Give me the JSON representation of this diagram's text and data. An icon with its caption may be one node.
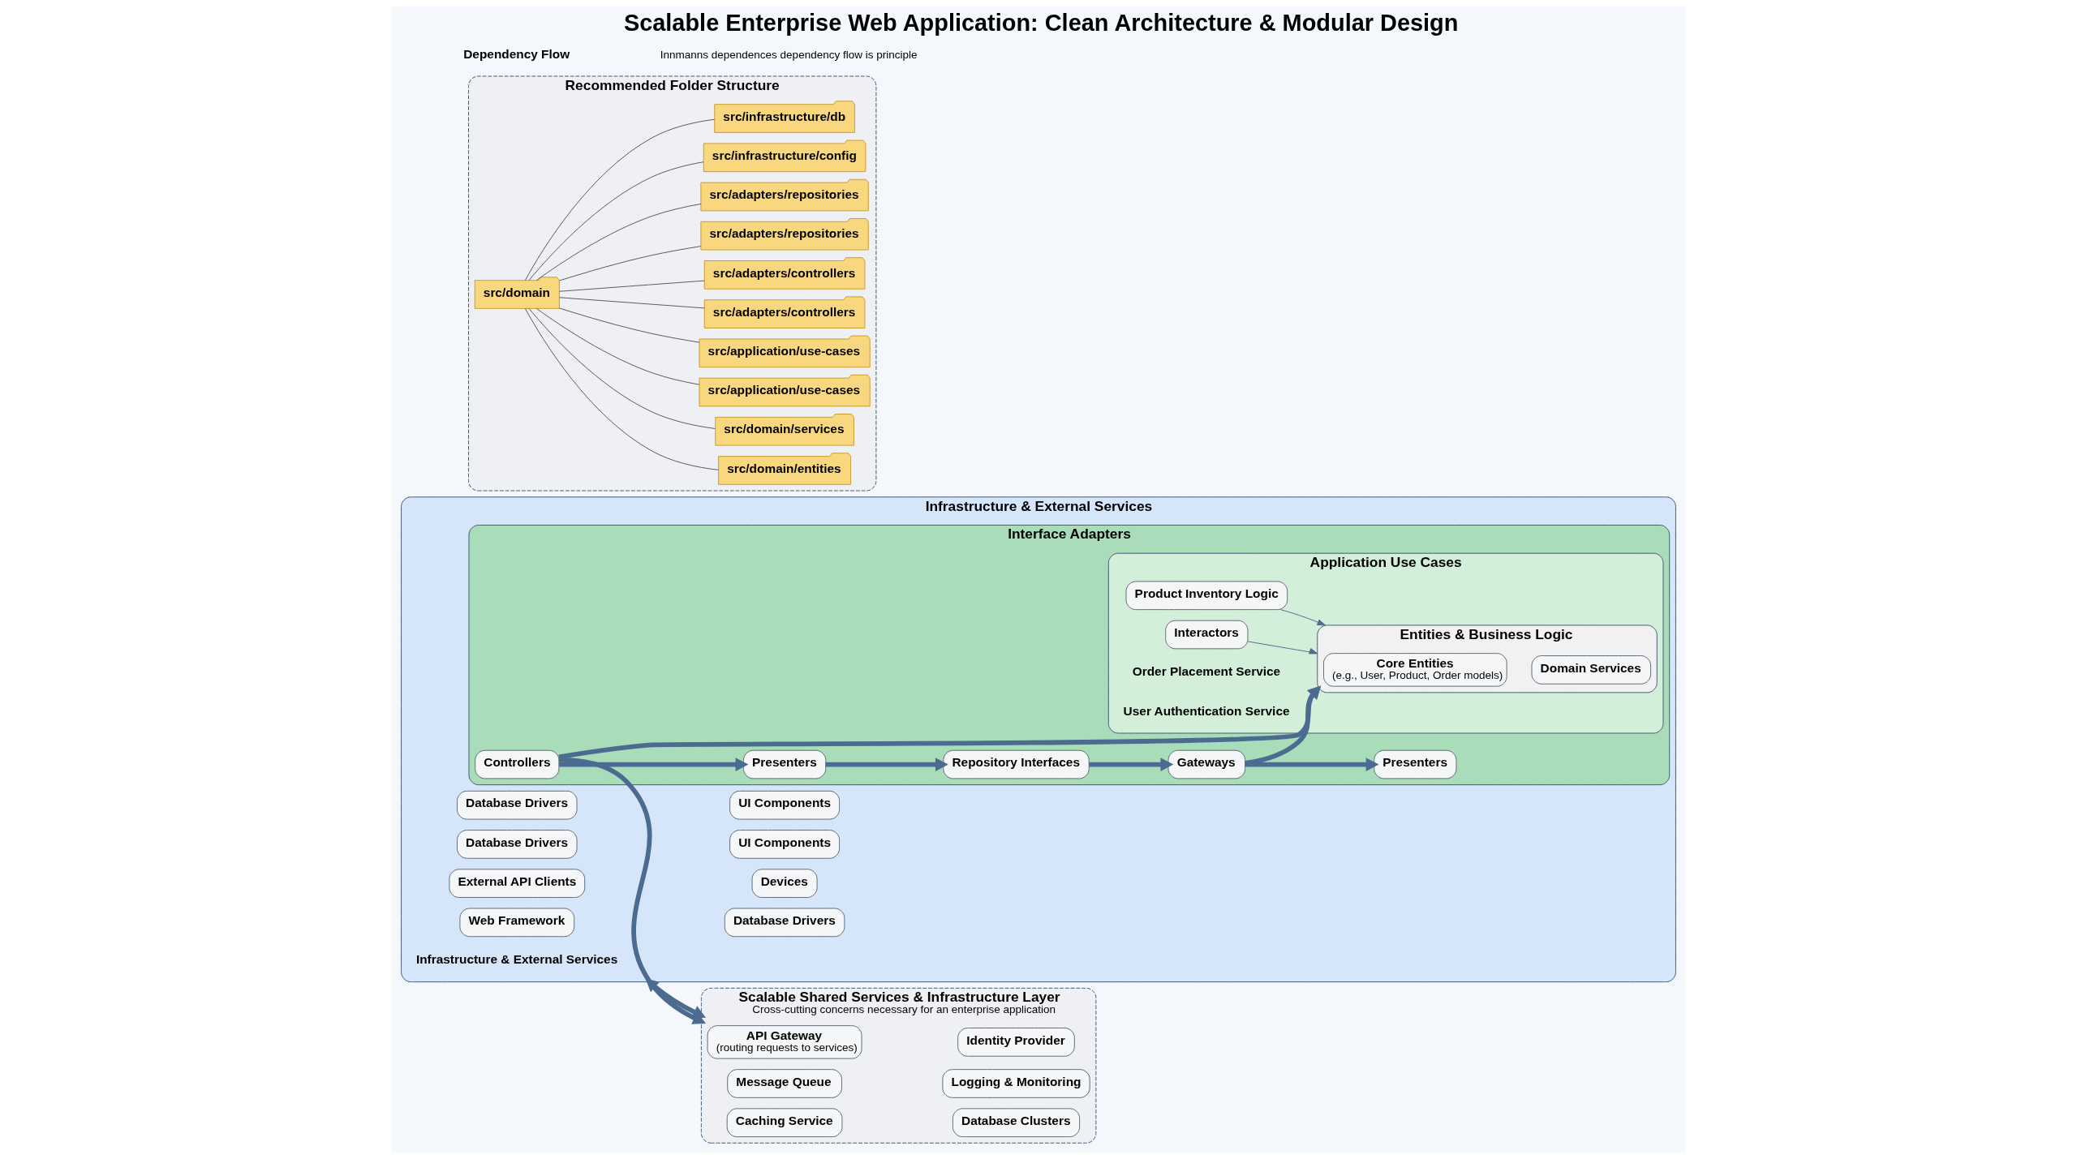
{
  "diagram": {
    "title": "Scalable Enterprise Web Application: Clean Architecture & Modular Design",
    "nodes": [
      {
        "text": [
          "Infrastructure & External Services"
        ]
      },
      {
        "text": [
          "Web Framework"
        ],
        "in": 0
      },
      {
        "text": [
          "Database Drivers"
        ],
        "in": 0
      },
      {
        "text": [
          "Database Drivers"
        ],
        "in": 0
      },
      {
        "text": [
          "External API Clients"
        ],
        "in": 0
      },
      {
        "text": [
          "Database Drivers"
        ],
        "in": 0
      },
      {
        "text": [
          "UI Components"
        ],
        "in": 0
      },
      {
        "text": [
          "UI Components"
        ],
        "in": 0
      },
      {
        "text": [
          "Devices"
        ],
        "in": 0
      },
      {
        "text": [
          "Interface Adapters"
        ],
        "in": 0
      },
      {
        "text": [
          "Presenters"
        ],
        "in": 9
      },
      {
        "text": [
          "Controllers"
        ],
        "in": 9
      },
      {
        "text": [
          "Gateways"
        ],
        "in": 9
      },
      {
        "text": [
          "Presenters"
        ],
        "in": 9
      },
      {
        "text": [
          "Repository Interfaces"
        ],
        "in": 9
      },
      {
        "text": [
          "Application Use Cases"
        ],
        "in": 9
      },
      {
        "text": [
          "Product Inventory Logic"
        ],
        "in": 15
      },
      {
        "text": [
          "Interactors"
        ],
        "in": 15
      },
      {
        "text": [
          "Entities & Business Logic"
        ],
        "in": 15
      },
      {
        "text": [
          "Core Entities",
          "(e.g., User, Product, Order models)"
        ],
        "in": 18
      },
      {
        "text": [
          "Domain Services"
        ],
        "in": 18
      },
      {
        "text": [
          "Recommended Folder Structure"
        ]
      },
      {
        "text": [
          "src/domain"
        ],
        "in": 21
      },
      {
        "text": [
          "src/domain/entities"
        ],
        "in": 21
      },
      {
        "text": [
          "src/domain/services"
        ],
        "in": 21
      },
      {
        "text": [
          "src/application/use-cases"
        ],
        "in": 21
      },
      {
        "text": [
          "src/application/use-cases"
        ],
        "in": 21
      },
      {
        "text": [
          "src/adapters/controllers"
        ],
        "in": 21
      },
      {
        "text": [
          "src/adapters/controllers"
        ],
        "in": 21
      },
      {
        "text": [
          "src/adapters/repositories"
        ],
        "in": 21
      },
      {
        "text": [
          "src/adapters/repositories"
        ],
        "in": 21
      },
      {
        "text": [
          "src/infrastructure/config"
        ],
        "in": 21
      },
      {
        "text": [
          "src/infrastructure/db"
        ],
        "in": 21
      },
      {
        "text": [
          "Scalable Shared Services & Infrastructure Layer",
          "Cross-cutting concerns necessary for an enterprise application"
        ]
      },
      {
        "text": [
          "API Gateway",
          "(routing requests to services)"
        ],
        "in": 33
      },
      {
        "text": [
          "Message Queue"
        ],
        "in": 33
      },
      {
        "text": [
          "Caching Service"
        ],
        "in": 33
      },
      {
        "text": [
          "Identity Provider"
        ],
        "in": 33
      },
      {
        "text": [
          "Logging & Monitoring"
        ],
        "in": 33
      },
      {
        "text": [
          "Database Clusters"
        ],
        "in": 33
      }
    ],
    "edges": [
      {
        "from": 12,
        "to": 10,
        "arrow": "to",
        "style": "thick"
      },
      {
        "from": 12,
        "to": 18,
        "arrow": "to",
        "style": "thick"
      },
      {
        "from": 14,
        "to": 12,
        "arrow": "to",
        "style": "thick"
      },
      {
        "from": 11,
        "to": 13,
        "arrow": "to",
        "style": "thick"
      },
      {
        "from": 11,
        "to": 18,
        "arrow": "to",
        "style": "thick"
      },
      {
        "from": 13,
        "to": 14,
        "arrow": "to",
        "style": "thick"
      },
      {
        "from": 16,
        "to": 18,
        "arrow": "to"
      },
      {
        "from": 17,
        "to": 18,
        "arrow": "to"
      },
      {
        "from": 11,
        "to": 33,
        "arrow": "to",
        "style": "thick"
      },
      {
        "from": 0,
        "to": 33,
        "arrow": "both",
        "style": "thick"
      },
      {
        "from": 22,
        "to": 23,
        "arrow": "none"
      },
      {
        "from": 22,
        "to": 24,
        "arrow": "none"
      },
      {
        "from": 22,
        "to": 25,
        "arrow": "none"
      },
      {
        "from": 22,
        "to": 26,
        "arrow": "none"
      },
      {
        "from": 22,
        "to": 27,
        "arrow": "none"
      },
      {
        "from": 22,
        "to": 28,
        "arrow": "none"
      },
      {
        "from": 22,
        "to": 29,
        "arrow": "none"
      },
      {
        "from": 22,
        "to": 30,
        "arrow": "none"
      },
      {
        "from": 22,
        "to": 31,
        "arrow": "none"
      },
      {
        "from": 22,
        "to": 32,
        "arrow": "none"
      }
    ],
    "labels": [
      "Order Placement Service",
      "User Authentication Service",
      "Infrastructure & External Services"
    ],
    "legend": [
      {
        "text": "Dependency Flow"
      },
      {
        "text": "Innmanns dependences dependency flow is principle"
      }
    ]
  }
}
